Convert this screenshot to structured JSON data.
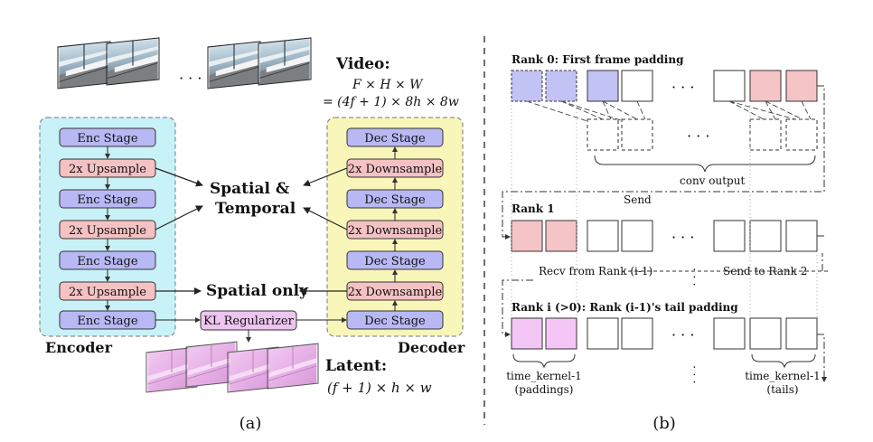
{
  "panel_a": {
    "caption": "(a)",
    "video_title": "Video:",
    "video_dims_1": "F × H × W",
    "video_dims_2": "= (4f + 1) × 8h × 8w",
    "ellipsis": "· · ·",
    "encoder": {
      "label": "Encoder",
      "blocks": [
        "Enc Stage",
        "2x Upsample",
        "Enc Stage",
        "2x Upsample",
        "Enc Stage",
        "2x Upsample",
        "Enc Stage"
      ]
    },
    "decoder": {
      "label": "Decoder",
      "blocks": [
        "Dec Stage",
        "2x Downsample",
        "Dec Stage",
        "2x Downsample",
        "Dec Stage",
        "2x Downsample",
        "Dec Stage"
      ]
    },
    "spatial_temporal_1": "Spatial  &",
    "spatial_temporal_2": "Temporal",
    "spatial_only": "Spatial only",
    "kl": "KL Regularizer",
    "latent_title": "Latent:",
    "latent_dims": "(f + 1) × h × w",
    "colors": {
      "encoder_bg": "#c8f2f7",
      "decoder_bg": "#f8f6b8",
      "stage": "#b8b8f4",
      "sample": "#f5c2c4",
      "kl": "#eec4f0",
      "latent": "#e9b2e9"
    }
  },
  "panel_b": {
    "caption": "(b)",
    "rank0_title": "Rank 0: First frame padding",
    "conv_output": "conv output",
    "send": "Send",
    "rank1_title": "Rank 1",
    "recv": "Recv from Rank (i-1)",
    "send_to": "Send to Rank 2",
    "ranki_title": "Rank i (>0): Rank (i-1)'s tail padding",
    "left_brace_1": "time_kernel-1",
    "left_brace_2": "(paddings)",
    "right_brace_1": "time_kernel-1",
    "right_brace_2": "(tails)",
    "ellipsis": "· · ·",
    "colors": {
      "pad_blue": "#c2c2f5",
      "pad_red": "#f5c4c6",
      "pad_pink": "#f4c6f6"
    }
  }
}
